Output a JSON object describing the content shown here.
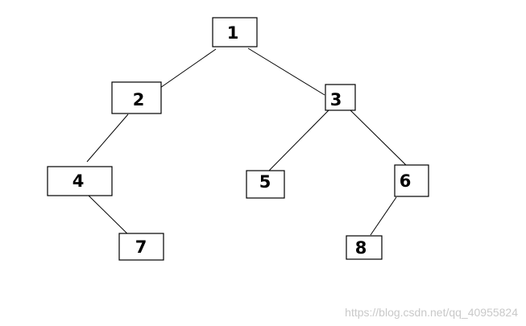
{
  "nodes": [
    {
      "id": "1",
      "label": "1"
    },
    {
      "id": "2",
      "label": "2"
    },
    {
      "id": "3",
      "label": "3"
    },
    {
      "id": "4",
      "label": "4"
    },
    {
      "id": "5",
      "label": "5"
    },
    {
      "id": "6",
      "label": "6"
    },
    {
      "id": "7",
      "label": "7"
    },
    {
      "id": "8",
      "label": "8"
    }
  ],
  "edges": [
    {
      "from": "1",
      "to": "2"
    },
    {
      "from": "1",
      "to": "3"
    },
    {
      "from": "2",
      "to": "4"
    },
    {
      "from": "3",
      "to": "5"
    },
    {
      "from": "3",
      "to": "6"
    },
    {
      "from": "4",
      "to": "7"
    },
    {
      "from": "6",
      "to": "8"
    }
  ],
  "watermark": "https://blog.csdn.net/qq_40955824",
  "colors": {
    "stroke": "#000000",
    "background": "#ffffff",
    "watermark": "#c9c9c9"
  }
}
